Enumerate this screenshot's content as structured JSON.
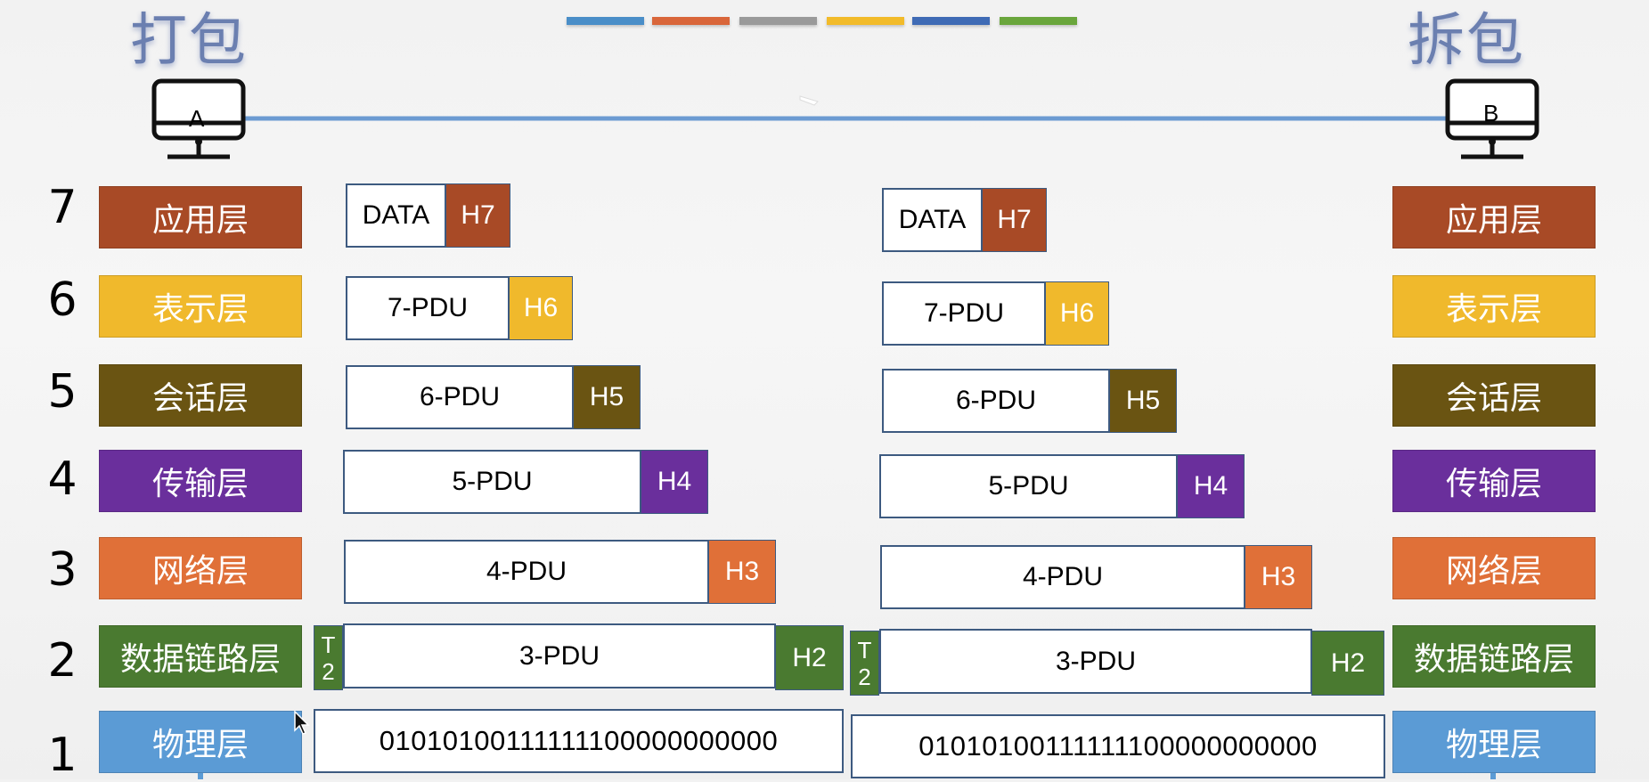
{
  "titles": {
    "left": "打包",
    "right": "拆包"
  },
  "hosts": {
    "left": "A",
    "right": "B"
  },
  "legend_colors": [
    "#4a8ec8",
    "#d9663a",
    "#9a9a9a",
    "#f2bb2a",
    "#3f6bb5",
    "#6aa63c"
  ],
  "layer_numbers": [
    "7",
    "6",
    "5",
    "4",
    "3",
    "2",
    "1"
  ],
  "layers": [
    {
      "name": "应用层",
      "color": "#a84a26"
    },
    {
      "name": "表示层",
      "color": "#f0b92c"
    },
    {
      "name": "会话层",
      "color": "#6a5412"
    },
    {
      "name": "传输层",
      "color": "#6a2f9c"
    },
    {
      "name": "网络层",
      "color": "#e07038"
    },
    {
      "name": "数据链路层",
      "color": "#4a7a30"
    },
    {
      "name": "物理层",
      "color": "#5b9bd5"
    }
  ],
  "pdus": {
    "l7": {
      "data": "DATA",
      "header": "H7"
    },
    "l6": {
      "data": "7-PDU",
      "header": "H6"
    },
    "l5": {
      "data": "6-PDU",
      "header": "H5"
    },
    "l4": {
      "data": "5-PDU",
      "header": "H4"
    },
    "l3": {
      "data": "4-PDU",
      "header": "H3"
    },
    "l2": {
      "trailer_top": "T",
      "trailer_bottom": "2",
      "data": "3-PDU",
      "header": "H2"
    },
    "l1": {
      "bits": "01010100111111100000000000"
    }
  }
}
